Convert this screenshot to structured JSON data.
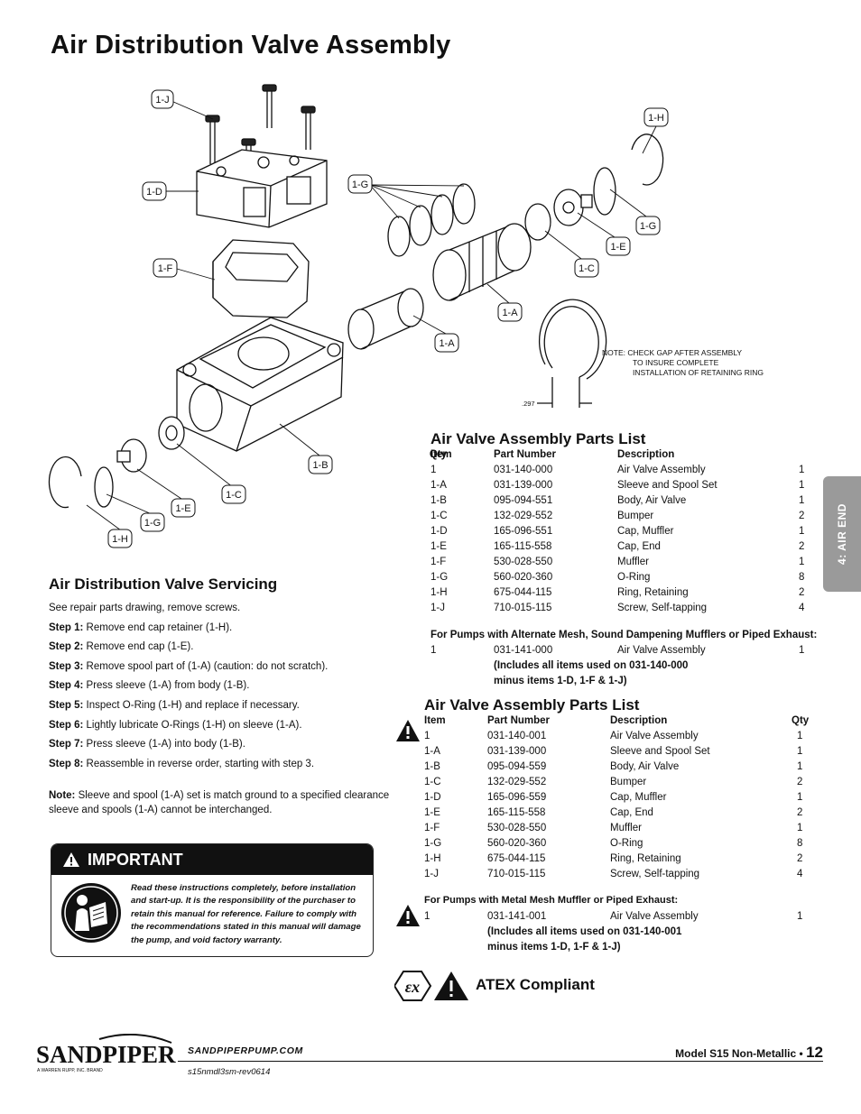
{
  "title": "Air Distribution Valve Assembly",
  "side_tab": "4: AIR END",
  "callouts": {
    "j_top": "1-J",
    "h_top": "1-H",
    "d": "1-D",
    "g_top": "1-G",
    "f": "1-F",
    "g_right": "1-G",
    "e_right": "1-E",
    "c_right": "1-C",
    "a_right": "1-A",
    "a_left": "1-A",
    "b": "1-B",
    "c_left": "1-C",
    "e_left": "1-E",
    "g_left": "1-G",
    "h_left": "1-H"
  },
  "gap_note": {
    "line1": "NOTE:  CHECK GAP AFTER ASSEMBLY",
    "line2": "TO INSURE COMPLETE",
    "line3": "INSTALLATION OF RETAINING RING",
    "dimension": ".297"
  },
  "servicing": {
    "heading": "Air Distribution Valve Servicing",
    "intro": "See repair parts drawing, remove screws.",
    "steps": [
      {
        "label": "Step 1:",
        "text": " Remove end cap retainer (1-H)."
      },
      {
        "label": "Step 2:",
        "text": " Remove end cap (1-E)."
      },
      {
        "label": "Step 3:",
        "text": " Remove spool part of (1-A) (caution: do not scratch)."
      },
      {
        "label": "Step 4:",
        "text": " Press sleeve (1-A) from body (1-B)."
      },
      {
        "label": "Step 5:",
        "text": " Inspect O-Ring (1-H) and replace if necessary."
      },
      {
        "label": "Step 6:",
        "text": " Lightly lubricate O-Rings (1-H) on sleeve (1-A)."
      },
      {
        "label": "Step 7:",
        "text": " Press sleeve (1-A) into body (1-B)."
      },
      {
        "label": "Step 8:",
        "text": " Reassemble in reverse order, starting with step 3."
      }
    ],
    "note_label": "Note:",
    "note_text": " Sleeve and spool (1-A) set is match ground to a specified clearance sleeve and spools (1-A) cannot be interchanged."
  },
  "important": {
    "heading": "IMPORTANT",
    "text": "Read these instructions completely, before installation and start-up. It is the responsibility of the purchaser to retain this manual for reference. Failure to comply with the recommendations stated in this manual will damage the pump, and void factory warranty."
  },
  "table1": {
    "heading": "Air Valve Assembly Parts List",
    "columns": [
      "Item",
      "Part Number",
      "Description",
      "Qty"
    ],
    "rows": [
      [
        "1",
        "031-140-000",
        "Air  Valve Assembly",
        "1"
      ],
      [
        "1-A",
        "031-139-000",
        "Sleeve and Spool Set",
        "1"
      ],
      [
        "1-B",
        "095-094-551",
        "Body, Air Valve",
        "1"
      ],
      [
        "1-C",
        "132-029-552",
        "Bumper",
        "2"
      ],
      [
        "1-D",
        "165-096-551",
        "Cap, Muffler",
        "1"
      ],
      [
        "1-E",
        "165-115-558",
        "Cap, End",
        "2"
      ],
      [
        "1-F",
        "530-028-550",
        "Muffler",
        "1"
      ],
      [
        "1-G",
        "560-020-360",
        "O-Ring",
        "8"
      ],
      [
        "1-H",
        "675-044-115",
        "Ring, Retaining",
        "2"
      ],
      [
        "1-J",
        "710-015-115",
        "Screw, Self-tapping",
        "4"
      ]
    ],
    "alt_heading": "For Pumps with Alternate Mesh, Sound Dampening Mufflers or Piped Exhaust:",
    "alt_row": [
      "1",
      "031-141-000",
      "Air Valve Assembly",
      "1"
    ],
    "alt_note1": "(Includes all items used on 031-140-000",
    "alt_note2": "minus items 1-D, 1-F & 1-J)"
  },
  "table2": {
    "heading": "Air Valve Assembly Parts List",
    "columns": [
      "Item",
      "Part Number",
      "Description",
      "Qty"
    ],
    "rows": [
      [
        "1",
        "031-140-001",
        "Air  Valve Assembly",
        "1"
      ],
      [
        "1-A",
        "031-139-000",
        "Sleeve and Spool Set",
        "1"
      ],
      [
        "1-B",
        "095-094-559",
        "Body, Air Valve",
        "1"
      ],
      [
        "1-C",
        "132-029-552",
        "Bumper",
        "2"
      ],
      [
        "1-D",
        "165-096-559",
        "Cap, Muffler",
        "1"
      ],
      [
        "1-E",
        "165-115-558",
        "Cap, End",
        "2"
      ],
      [
        "1-F",
        "530-028-550",
        "Muffler",
        "1"
      ],
      [
        "1-G",
        "560-020-360",
        "O-Ring",
        "8"
      ],
      [
        "1-H",
        "675-044-115",
        "Ring, Retaining",
        "2"
      ],
      [
        "1-J",
        "710-015-115",
        "Screw, Self-tapping",
        "4"
      ]
    ],
    "alt_heading": "For Pumps with Metal Mesh Muffler or Piped Exhaust:",
    "alt_row": [
      "1",
      "031-141-001",
      "Air Valve Assembly",
      "1"
    ],
    "alt_note1": "(Includes all items used on 031-140-001",
    "alt_note2": "minus items 1-D, 1-F & 1-J)"
  },
  "atex_label": "ATEX Compliant",
  "footer": {
    "brand": "SANDPIPER",
    "brand_sub": "A WARREN RUPP, INC. BRAND",
    "url": "SANDPIPERPUMP.COM",
    "rev": "s15nmdl3sm-rev0614",
    "model": "Model S15 Non-Metallic •",
    "page": "12"
  }
}
